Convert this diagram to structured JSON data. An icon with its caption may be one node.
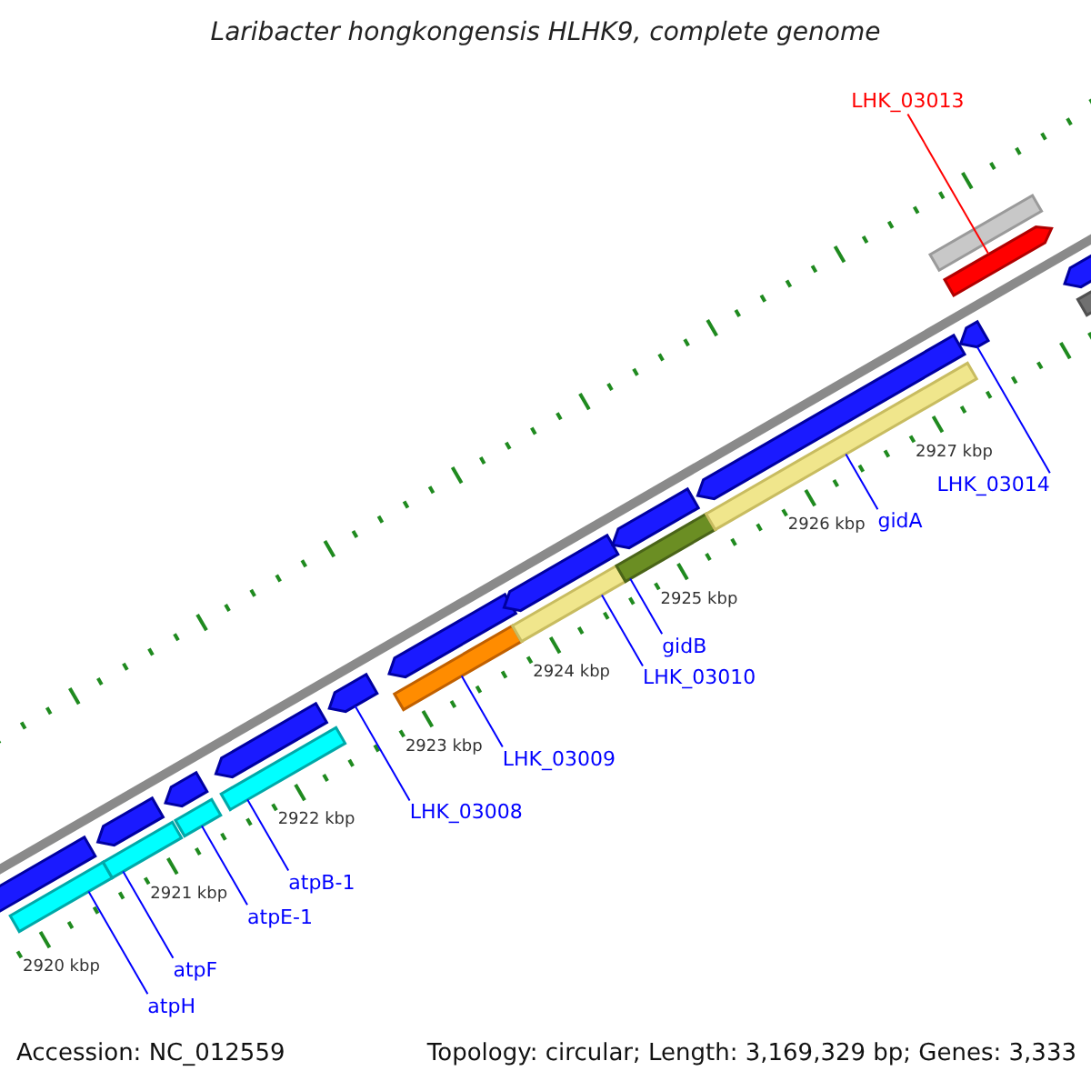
{
  "diagram": {
    "title": "Laribacter hongkongensis HLHK9, complete genome",
    "nodes": [
      {
        "text": [
          "atpH"
        ]
      },
      {
        "text": [
          "atpF"
        ]
      },
      {
        "text": [
          "atpE-1"
        ]
      },
      {
        "text": [
          "atpB-1"
        ]
      },
      {
        "text": [
          "LHK_03008"
        ]
      },
      {
        "text": [
          "LHK_03009"
        ]
      },
      {
        "text": [
          "LHK_03010"
        ]
      },
      {
        "text": [
          "gidB"
        ]
      },
      {
        "text": [
          "gidA"
        ]
      },
      {
        "text": [
          "LHK_03014"
        ]
      },
      {
        "text": [
          "LHK_03013"
        ]
      },
      {
        "text": [],
        "shape": "bar"
      },
      {
        "text": [],
        "shape": "bar"
      },
      {
        "text": [],
        "shape": "bar"
      },
      {
        "text": [],
        "shape": "bar"
      },
      {
        "text": [],
        "shape": "pentagon"
      },
      {
        "text": [],
        "shape": "bar"
      },
      {
        "text": [],
        "shape": "bar"
      },
      {
        "text": [],
        "shape": "bar"
      },
      {
        "text": [],
        "shape": "bar"
      },
      {
        "text": [],
        "shape": "pentagon"
      },
      {
        "text": [],
        "shape": "pentagon"
      },
      {
        "text": [],
        "shape": "pentagon"
      },
      {
        "text": [],
        "shape": "pentagon"
      },
      {
        "text": [],
        "shape": "pentagon"
      },
      {
        "text": [],
        "shape": "pentagon"
      },
      {
        "text": [],
        "shape": "pentagon"
      },
      {
        "text": [],
        "shape": "pentagon"
      },
      {
        "text": [],
        "shape": "pentagon"
      },
      {
        "text": [],
        "shape": "pentagon"
      },
      {
        "text": [],
        "shape": "bar"
      },
      {
        "text": [],
        "shape": "pentagon"
      },
      {
        "text": [],
        "shape": "bar"
      }
    ],
    "edges": [
      {
        "from": 0,
        "to": 11,
        "arrow": "none"
      },
      {
        "from": 1,
        "to": 12,
        "arrow": "none"
      },
      {
        "from": 2,
        "to": 13,
        "arrow": "none"
      },
      {
        "from": 3,
        "to": 14,
        "arrow": "none"
      },
      {
        "from": 4,
        "to": 15,
        "arrow": "none"
      },
      {
        "from": 5,
        "to": 16,
        "arrow": "none"
      },
      {
        "from": 6,
        "to": 17,
        "arrow": "none"
      },
      {
        "from": 7,
        "to": 18,
        "arrow": "none"
      },
      {
        "from": 8,
        "to": 19,
        "arrow": "none"
      },
      {
        "from": 9,
        "to": 20,
        "arrow": "none"
      },
      {
        "from": 10,
        "to": 21,
        "arrow": "none",
        "color": "#ff0000"
      }
    ],
    "labels": [
      "2920 kbp",
      "2921 kbp",
      "2922 kbp",
      "2923 kbp",
      "2924 kbp",
      "2925 kbp",
      "2926 kbp",
      "2927 kbp",
      "Accession: NC_012559",
      "Topology: circular; Length: 3,169,329 bp; Genes: 3,333"
    ]
  }
}
